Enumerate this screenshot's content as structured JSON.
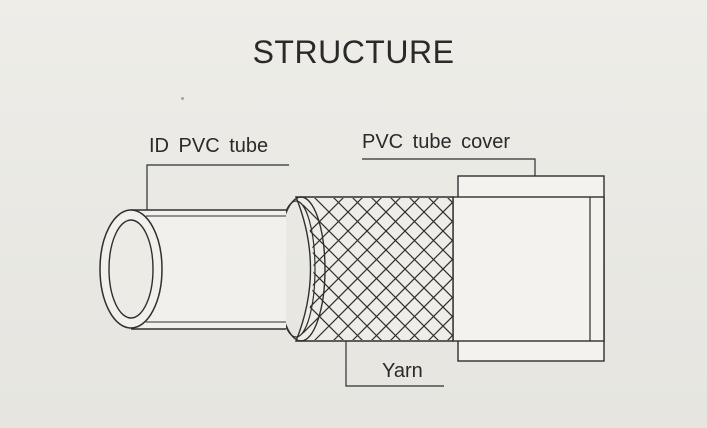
{
  "title": "STRUCTURE",
  "labels": {
    "inner_tube": "ID PVC tube",
    "cover": "PVC tube cover",
    "yarn": "Yarn"
  },
  "colors": {
    "background": "#ecebe6",
    "line": "#2f2f2f",
    "text": "#2a2a2a"
  }
}
